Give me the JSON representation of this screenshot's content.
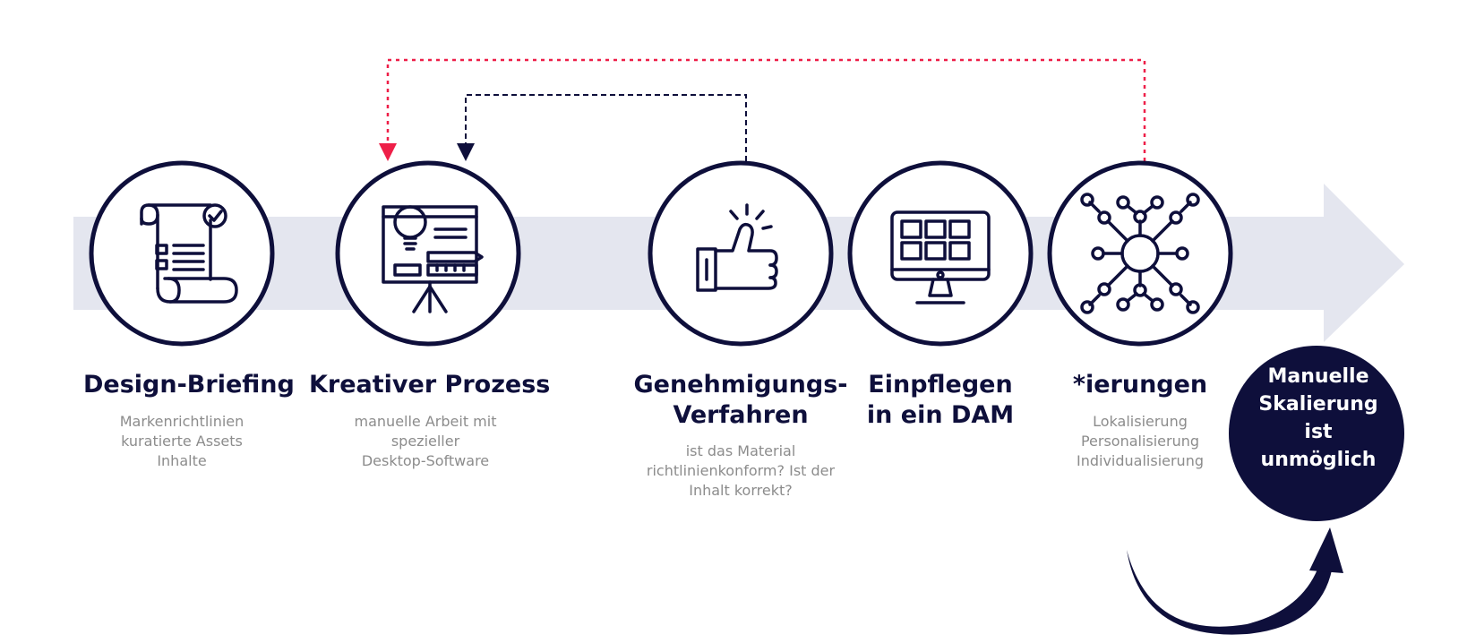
{
  "colors": {
    "navy": "#0e0f3b",
    "band": "#e4e6ef",
    "red": "#ee1f48",
    "gray_text": "#8c8c8c"
  },
  "steps": [
    {
      "id": "design-briefing",
      "icon": "scroll-checklist-icon",
      "title": [
        "Design-Briefing"
      ],
      "desc": [
        "Markenrichtlinien",
        "kuratierte Assets",
        "Inhalte"
      ]
    },
    {
      "id": "kreativer-prozess",
      "icon": "presentation-board-lightbulb-icon",
      "title": [
        "Kreativer Prozess"
      ],
      "desc": [
        "manuelle Arbeit mit",
        "spezieller",
        "Desktop-Software"
      ]
    },
    {
      "id": "genehmigungs-verfahren",
      "icon": "thumbs-up-icon",
      "title": [
        "Genehmigungs-",
        "Verfahren"
      ],
      "desc": [
        "ist das Material",
        "richtlinienkonform? Ist der",
        "Inhalt korrekt?"
      ]
    },
    {
      "id": "einpflegen-dam",
      "icon": "monitor-grid-icon",
      "title": [
        "Einpflegen",
        "in ein DAM"
      ],
      "desc": []
    },
    {
      "id": "ierungen",
      "icon": "network-nodes-icon",
      "title": [
        "*ierungen"
      ],
      "desc": [
        "Lokalisierung",
        "Personalisierung",
        "Individualisierung"
      ]
    }
  ],
  "result": {
    "lines": [
      "Manuelle",
      "Skalierung",
      "ist",
      "unmöglich"
    ],
    "icon": "curved-arrow-icon"
  },
  "loops": [
    {
      "from": "genehmigungs-verfahren",
      "to": "kreativer-prozess",
      "color": "#0e0f3b",
      "style": "dashed"
    },
    {
      "from": "ierungen",
      "to": "kreativer-prozess",
      "color": "#ee1f48",
      "style": "dotted"
    }
  ]
}
